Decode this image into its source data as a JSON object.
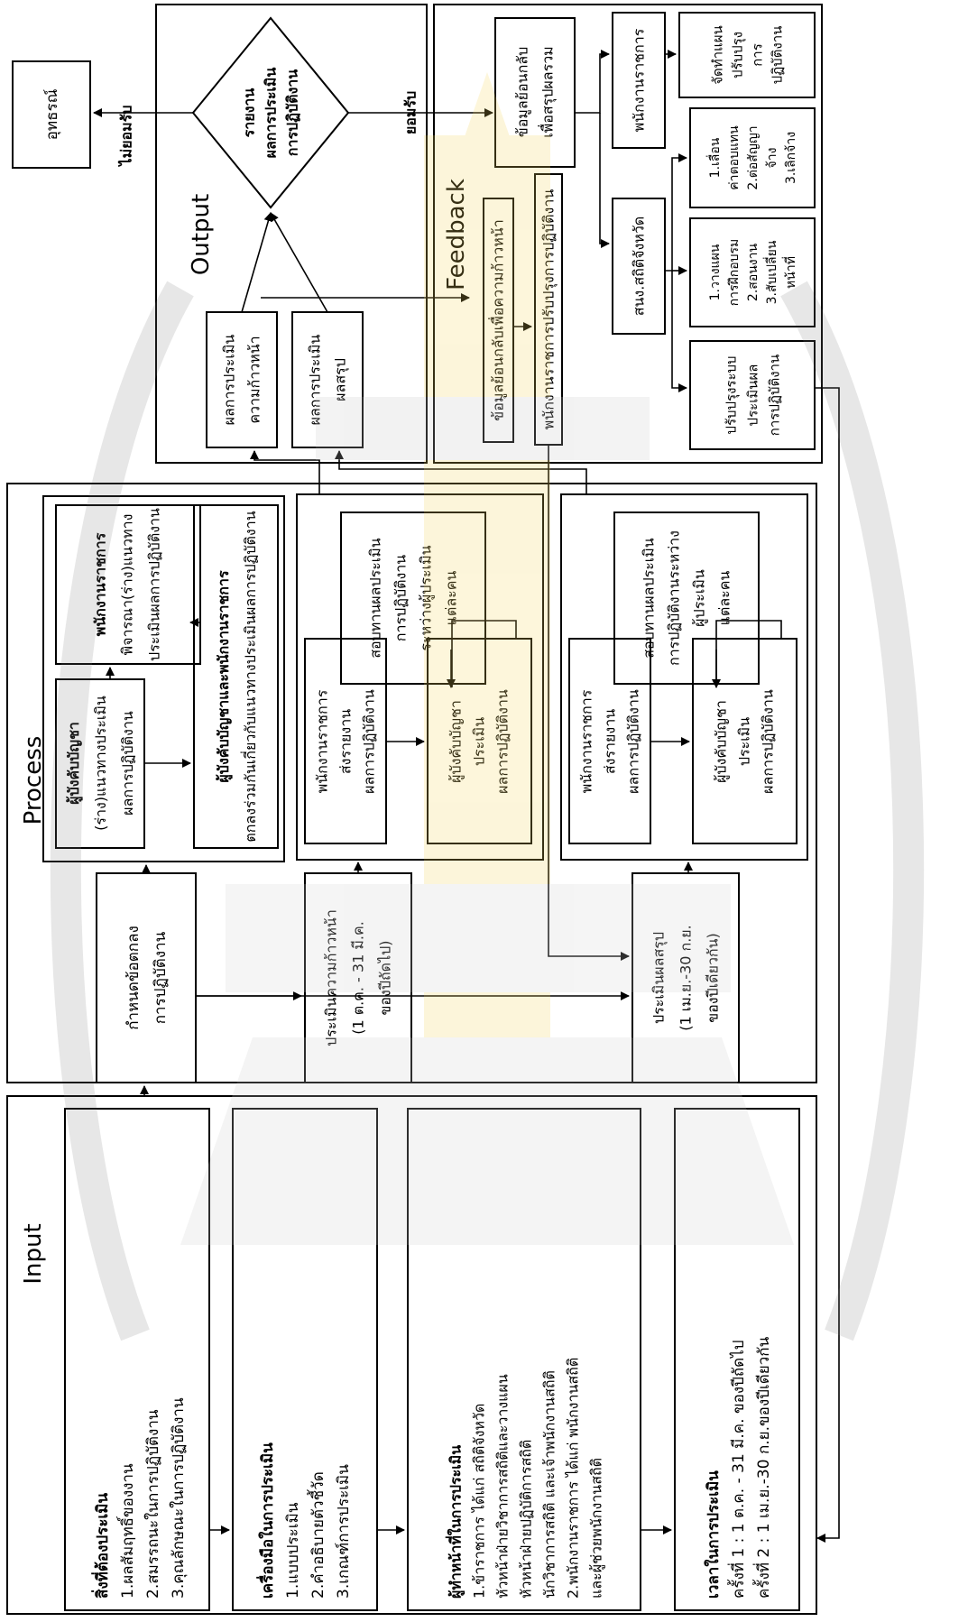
{
  "sections": {
    "input": "Input",
    "process": "Process",
    "output": "Output",
    "feedback": "Feedback"
  },
  "input": {
    "things_to_evaluate": {
      "title": "สิ่งที่ต้องประเมิน",
      "items": [
        "1.ผลสัมฤทธิ์ของงาน",
        "2.สมรรถนะในการปฏิบัติงาน",
        "3.คุณลักษณะในการปฏิบัติงาน"
      ]
    },
    "tools": {
      "title": "เครื่องมือในการประเมิน",
      "items": [
        "1.แบบประเมิน",
        "2.คำอธิบายตัวชี้วัด",
        "3.เกณฑ์การประเมิน"
      ]
    },
    "evaluators": {
      "title": "ผู้ทำหน้าที่ในการประเมิน",
      "lines": [
        "1.ข้าราชการ ได้แก่ สถิติจังหวัด",
        "หัวหน้าฝ่ายวิชาการสถิติและวางแผน",
        "หัวหน้าฝ่ายปฏิบัติการสถิติ",
        "นักวิชาการสถิติ และเจ้าพนักงานสถิติ",
        "2.พนักงานราชการ ได้แก่ พนักงานสถิติ",
        "และผู้ช่วยพนักงานสถิติ"
      ]
    },
    "timing": {
      "title": "เวลาในการประเมิน",
      "lines": [
        "ครั้งที่ 1 : 1 ต.ค. - 31 มี.ค. ของปีถัดไป",
        "ครั้งที่ 2 : 1 เม.ย.-30 ก.ย.ของปีเดียวกัน"
      ]
    }
  },
  "process": {
    "agreement": [
      "กำหนดข้อตกลง",
      "การปฏิบัติงาน"
    ],
    "supervisor_draft": {
      "title": "ผู้บังคับบัญชา",
      "lines": [
        "(ร่าง)แนวทางประเมิน",
        "ผลการปฏิบัติงาน"
      ]
    },
    "employee_draft": {
      "title": "พนักงานราชการ",
      "lines": [
        "พิจารณา(ร่าง)แนวทาง",
        "ประเมินผลการปฏิบัติงาน"
      ]
    },
    "joint_agreement": {
      "title": "ผู้บังคับบัญชาและพนักงานราชการ",
      "lines": [
        "ตกลงร่วมกันเกี่ยวกับแนวทางประเมินผลการปฏิบัติงาน"
      ]
    },
    "progress_eval": [
      "ประเมินความก้าวหน้า",
      "(1 ต.ค. - 31 มี.ค.",
      "ของปีถัดไป)"
    ],
    "summary_eval": [
      "ประเมินผลสรุป",
      "(1 เม.ย.-30 ก.ย.",
      "ของปีเดียวกัน)"
    ],
    "employee_report": [
      "พนักงานราชการ",
      "ส่งรายงาน",
      "ผลการปฏิบัติงาน"
    ],
    "supervisor_eval": [
      "ผู้บังคับบัญชา",
      "ประเมิน",
      "ผลการปฏิบัติงาน"
    ],
    "review_a": [
      "สอบทานผลประเมิน",
      "การปฏิบัติงาน",
      "ระหว่างผู้ประเมิน",
      "แต่ละคน"
    ],
    "review_b": [
      "สอบทานผลประเมิน",
      "การปฏิบัติงานระหว่าง",
      "ผู้ประเมิน",
      "แต่ละคน"
    ]
  },
  "output": {
    "progress_result": [
      "ผลการประเมิน",
      "ความก้าวหน้า"
    ],
    "summary_result": [
      "ผลการประเมิน",
      "ผลสรุป"
    ],
    "report": [
      "รายงาน",
      "ผลการประเมิน",
      "การปฏิบัติงาน"
    ],
    "reject": "ไม่ยอมรับ",
    "accept": "ยอมรับ",
    "appeal": "อุทธรณ์"
  },
  "feedback": {
    "progress_feedback": "ข้อมูลย้อนกลับเพื่อความก้าวหน้า",
    "employee_improve": "พนักงานราชการปรับปรุงการปฏิบัติงาน",
    "summary_feedback": [
      "ข้อมูลย้อนกลับ",
      "เพื่อสรุปผลรวม"
    ],
    "employee": "พนักงานราชการ",
    "office": "สนง.สถิติจังหวัด",
    "plan_improve": [
      "จัดทำแผน",
      "ปรับปรุง",
      "การ",
      "ปฏิบัติงาน"
    ],
    "hr_actions": [
      "1.เลื่อน",
      "ค่าตอบแทน",
      "2.ต่อสัญญา",
      "จ้าง",
      "3.เลิกจ้าง"
    ],
    "training": [
      "1.วางแผน",
      "การฝึกอบรม",
      "2.สอนงาน",
      "3.สับเปลี่ยน",
      "หน้าที่"
    ],
    "system_improve": [
      "ปรับปรุงระบบ",
      "ประเมินผล",
      "การปฏิบัติงาน"
    ]
  }
}
